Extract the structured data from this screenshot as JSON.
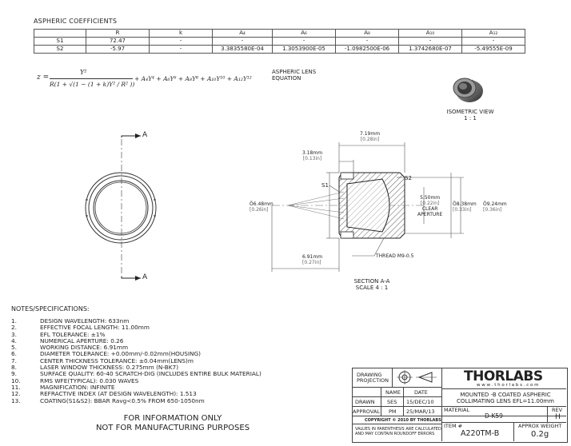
{
  "coefficients": {
    "title": "ASPHERIC COEFFICIENTS",
    "headers": [
      "",
      "R",
      "k",
      "A₄",
      "A₆",
      "A₈",
      "A₁₀",
      "A₁₂"
    ],
    "rows": [
      [
        "S1",
        "72.47",
        "-",
        "-",
        "-",
        "-",
        "-",
        "-"
      ],
      [
        "S2",
        "-5.97",
        "-",
        "3.3835580E-04",
        "1.3053900E-05",
        "-1.0982500E-06",
        "1.3742680E-07",
        "-5.49555E-09"
      ]
    ]
  },
  "equation": {
    "lhs": "z =",
    "numerator": "Y²",
    "denominator": "R(1 + √(1 − (1 + k)Y² / R² ))",
    "tail": "+ A₄Y⁴ + A₆Y⁶ + A₈Y⁸ + A₁₀Y¹⁰ + A₁₂Y¹²",
    "caption_line1": "ASPHERIC LENS",
    "caption_line2": "EQUATION"
  },
  "isometric": {
    "label_line1": "ISOMETRIC VIEW",
    "label_line2": "1 : 1"
  },
  "front_view": {
    "section_mark_top": "A",
    "section_mark_bottom": "A"
  },
  "section_view": {
    "dim_length_mm": "7.19mm",
    "dim_length_in": "[0.28in]",
    "dim_flange_mm": "3.18mm",
    "dim_flange_in": "[0.13in]",
    "label_s1": "S1",
    "label_s2": "S2",
    "dim_outer_d_mm": "Ö6.48mm",
    "dim_outer_d_in": "[0.26in]",
    "dim_ap_mm": "5.50mm",
    "dim_ap_in": "[0.22in]",
    "clear_ap_line1": "CLEAR",
    "clear_ap_line2": "APERTURE",
    "dim_d2_mm": "Ö8.38mm",
    "dim_d2_in": "[0.33in]",
    "dim_d3_mm": "Ö9.24mm",
    "dim_d3_in": "[0.36in]",
    "dim_wd_mm": "6.91mm",
    "dim_wd_in": "[0.27in]",
    "thread": "THREAD M9-0.5",
    "section_label_line1": "SECTION A-A",
    "section_label_line2": "SCALE 4 : 1"
  },
  "notes": {
    "title": "NOTES/SPECIFICATIONS:",
    "items": [
      {
        "num": "1.",
        "text": "DESIGN WAVELENGTH: 633nm"
      },
      {
        "num": "2.",
        "text": "EFFECTIVE FOCAL LENGTH: 11.00mm"
      },
      {
        "num": "3.",
        "text": "EFL TOLERANCE: ±1%"
      },
      {
        "num": "4.",
        "text": "NUMERICAL APERTURE: 0.26"
      },
      {
        "num": "5.",
        "text": "WORKING DISTANCE: 6.91mm"
      },
      {
        "num": "6.",
        "text": "DIAMETER TOLERANCE: +0.00mm/-0.02mm(HOUSING)"
      },
      {
        "num": "7.",
        "text": "CENTER THICKNESS TOLERANCE: ±0.04mm(LENS)m"
      },
      {
        "num": "8.",
        "text": "LASER WINDOW THICKNESS: 0.275mm (N-BK7)"
      },
      {
        "num": "9.",
        "text": "SURFACE QUALITY: 60-40 SCRATCH-DIG (INCLUDES ENTIRE BULK MATERIAL)"
      },
      {
        "num": "10.",
        "text": "RMS WFE(TYPICAL): 0.030 WAVES"
      },
      {
        "num": "11.",
        "text": "MAGNIFICATION: INFINITE"
      },
      {
        "num": "12.",
        "text": "REFRACTIVE INDEX (AT DESIGN WAVELENGTH): 1.513"
      },
      {
        "num": "13.",
        "text": "COATING(S1&S2): BBAR Ravg<0.5% FROM 650-1050nm"
      }
    ]
  },
  "info": {
    "line1": "FOR INFORMATION ONLY",
    "line2": "NOT FOR MANUFACTURING PURPOSES"
  },
  "title_block": {
    "drawing_projection_line1": "DRAWING",
    "drawing_projection_line2": "PROJECTION",
    "logo": "THORLABS",
    "website": "w w w . t h o r l a b s . c o m",
    "col_name": "NAME",
    "col_date": "DATE",
    "row_drawn": "DRAWN",
    "drawn_name": "SES",
    "drawn_date": "15/DEC/10",
    "row_approval": "APPROVAL",
    "approval_name": "PM",
    "approval_date": "25/MAR/13",
    "copyright": "COPYRIGHT © 2010 BY THORLABS",
    "disclaimer_line1": "VALUES IN PARENTHESIS ARE CALCULATED",
    "disclaimer_line2": "AND MAY CONTAIN ROUNDOFF ERRORS",
    "description_line1": "MOUNTED -B COATED ASPHERIC",
    "description_line2": "COLLIMATING LENS  EFL=11.00mm",
    "material_label": "MATERIAL",
    "material_value": "D-K59",
    "rev_label": "REV",
    "rev_value": "H",
    "item_label": "ITEM #",
    "item_value": "A220TM-B",
    "weight_label": "APPROX WEIGHT",
    "weight_value": "0.2g"
  }
}
